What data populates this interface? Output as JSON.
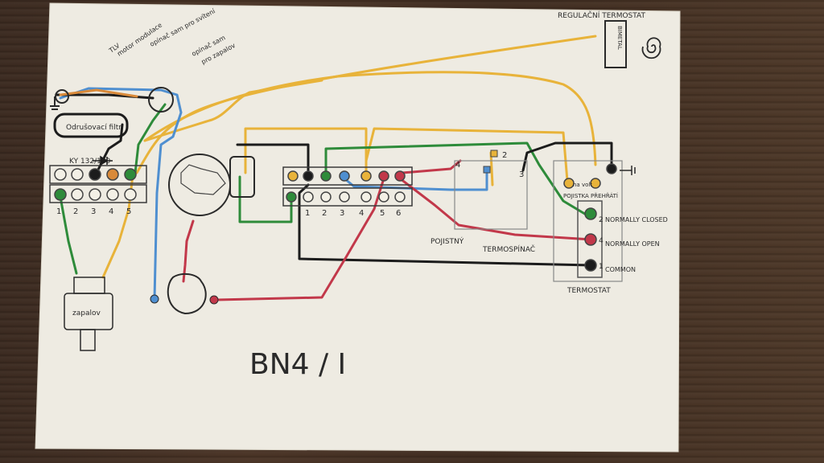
{
  "colors": {
    "paper": "#eeebe2",
    "ink": "#2a2a2a",
    "yellow": "#e8b33a",
    "green": "#2e8b3a",
    "blue": "#4f8fd0",
    "red": "#c2384a",
    "black": "#1c1c1c",
    "orange": "#d98a3a"
  },
  "diagram": {
    "title": "BN4 / I",
    "annotations": {
      "tlv": "TLV",
      "tlv_sub": "motor modulace",
      "opinac_1": "opínač sam pro svítení",
      "opinac_2": "opínač sam",
      "opinac_2b": "pro zapalov",
      "filter_label": "Odrušovací filtr",
      "ky_label": "KY 132/150",
      "ignitor_label": "zapalov",
      "thermostat_reg_label": "REGULAČNÍ TERMOSTAT",
      "bimetal_label": "BIMETAL",
      "pojistny_label": "POJISTNÝ",
      "termospinac_label": "TERMOSPÍNAČ",
      "thermostat_label": "TERMOSTAT",
      "na_volt": "na volt",
      "pojistka_label": "POJISTKA PŘEHŘÁTÍ",
      "normally_closed": "NORMALLY CLOSED",
      "normally_open": "NORMALLY OPEN",
      "common": "COMMON"
    },
    "terminal_block_left": {
      "numbers": [
        "1",
        "2",
        "3",
        "4",
        "5"
      ]
    },
    "terminal_block_mid": {
      "numbers": [
        "1",
        "2",
        "3",
        "4",
        "5",
        "6"
      ]
    },
    "thermostat_terminals": {
      "nc": "2",
      "no": "4",
      "com": "1"
    },
    "termospinac_terminals": {
      "t2": "2",
      "t3": "3",
      "t4": "4"
    }
  }
}
